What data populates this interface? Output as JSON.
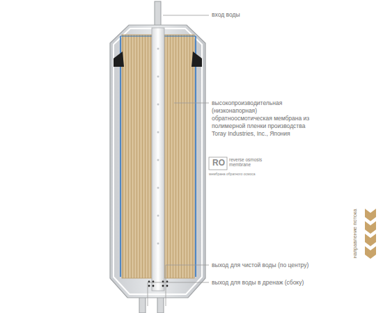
{
  "diagram": {
    "labels": [
      "вход воды",
      "высокопроизводительная (низконапорная) обратноосмотическая мембрана из полимерной пленки производства Toray Industries, Inc., Япония",
      "RO",
      "reverse osmosis membrane",
      "мембрана обратного осмоса",
      "направление потока",
      "выход для чистой воды (по центру)",
      "выход для воды в дренаж (сбоку)"
    ]
  }
}
